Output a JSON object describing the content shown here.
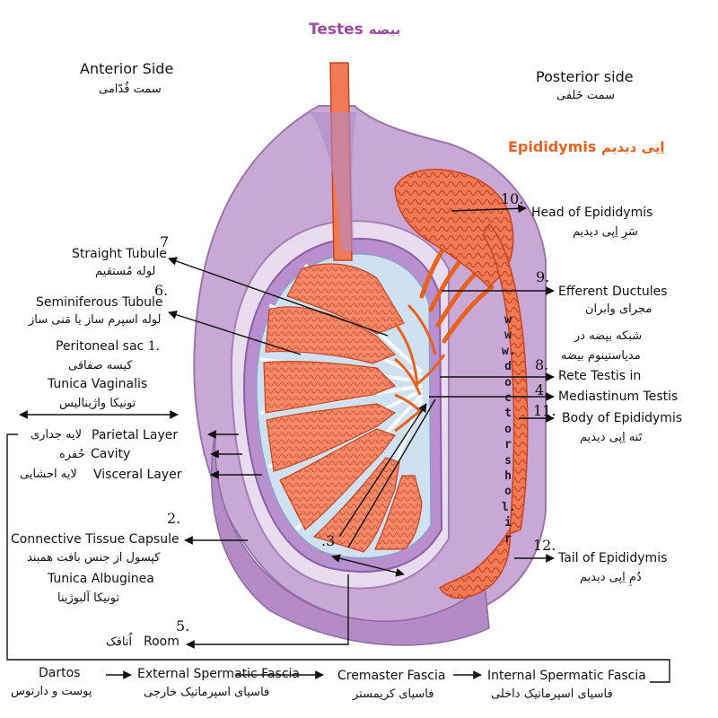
{
  "title": {
    "en": "Testes",
    "fa": "بیضه"
  },
  "sides": {
    "anterior": {
      "en": "Anterior Side",
      "fa": "سمت قُدّامی"
    },
    "posterior": {
      "en": "Posterior side",
      "fa": "سمت خَلفی"
    }
  },
  "epididymis_header": {
    "en": "Epididymis",
    "fa": "اِپی دیدیم"
  },
  "watermark": "www.doctorshol.ir",
  "labels": [
    {
      "id": "head",
      "num": "10.",
      "en": "Head of Epididymis",
      "fa": "سَرِ اِپی دیدیم"
    },
    {
      "id": "straight",
      "num": "7",
      "en": "Straight Tubule",
      "fa": "لوله مُستقیم"
    },
    {
      "id": "efferent",
      "num": "9.",
      "en": "Efferent Ductules",
      "fa": "مجرای وابران"
    },
    {
      "id": "seminiferous",
      "num": "6.",
      "en": "Seminiferous Tubule",
      "fa": "لوله اسپرم ساز یا مَنی ساز"
    },
    {
      "id": "mediastinum_fa",
      "fa1": "شبکه بیضه در",
      "fa2": "مدیاستینوم بیضه"
    },
    {
      "id": "peritoneal",
      "num": "1.",
      "en": "Peritoneal sac",
      "fa": "کیسه صفاقی"
    },
    {
      "id": "vaginalis",
      "en": "Tunica Vaginalis",
      "fa": "تونیکا واژینالیس"
    },
    {
      "id": "rete",
      "num": "8.",
      "en": "Rete Testis in"
    },
    {
      "id": "mediastinum",
      "num": "4.",
      "en": "Mediastinum Testis"
    },
    {
      "id": "body",
      "num": "11.",
      "en": "Body of Epididymis",
      "fa": "تَنه اِپی دیدیم"
    },
    {
      "id": "parietal",
      "en": "Parietal Layer",
      "fa": "لایه جداری"
    },
    {
      "id": "cavity",
      "en": "Cavity",
      "fa": "حُفره"
    },
    {
      "id": "visceral",
      "en": "Visceral Layer",
      "fa": "لایه احشایی"
    },
    {
      "id": "capsule",
      "num": "2.",
      "en": "Connective Tissue Capsule",
      "fa": "کپسول از جنس بافت همبند"
    },
    {
      "id": "cavity_num",
      "num": ".3"
    },
    {
      "id": "albuginea",
      "en": "Tunica Albuginea",
      "fa": "تونیکا آلبوژینا"
    },
    {
      "id": "tail",
      "num": "12.",
      "en": "Tail of Epididymis",
      "fa": "دُمِ اِپی دیدیم"
    },
    {
      "id": "room",
      "num": "5.",
      "en": "Room",
      "fa": "اُتاقک"
    }
  ],
  "fascia_chain": [
    {
      "en": "Dartos",
      "fa": "پوست و دارتوس"
    },
    {
      "en": "External Spermatic Fascia",
      "fa": "فاسیای اسپرماتیک خارجی"
    },
    {
      "en": "Cremaster Fascia",
      "fa": "فاسیای کریمستر"
    },
    {
      "en": "Internal Spermatic Fascia",
      "fa": "فاسیای اسپرماتیک داخلی"
    }
  ],
  "colors": {
    "scrotal_outer": "#c9a8d6",
    "vaginalis_cavity": "#e8dcef",
    "albuginea": "#b88fcf",
    "lobule_bg": "#cfe0f0",
    "tubule": "#f28a6a",
    "tubule_dark": "#d9532f",
    "epididymis": "#f07a55",
    "title": "#9b4aa0",
    "epididymis_header": "#e8621e"
  }
}
